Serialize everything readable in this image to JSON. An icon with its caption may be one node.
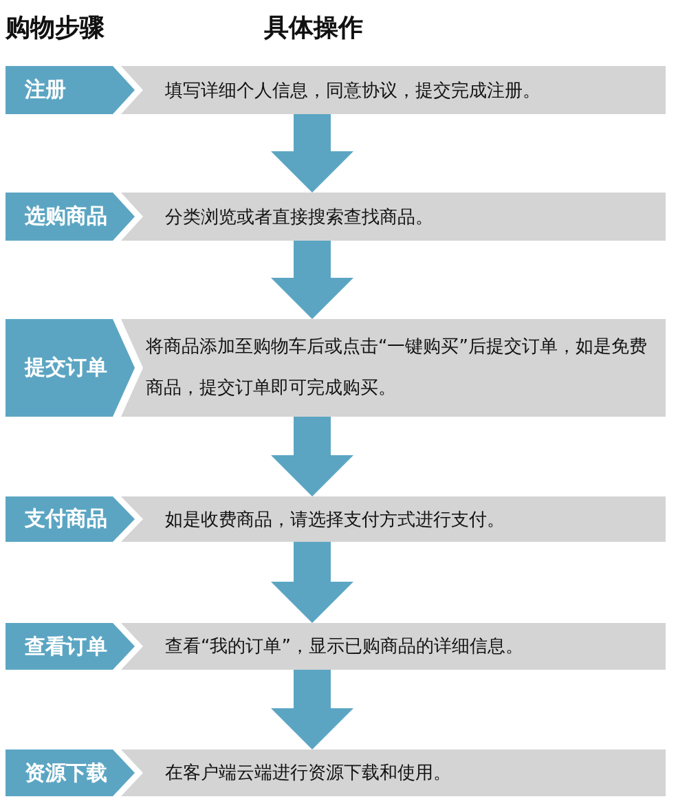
{
  "diagram": {
    "nodes": [
      {
        "text": [
          "注册"
        ]
      },
      {
        "text": [
          "填写详细个人信息，同意协议，提交完成注册。"
        ]
      },
      {
        "text": [
          "选购商品"
        ]
      },
      {
        "text": [
          "分类浏览或者直接搜索查找商品。"
        ]
      },
      {
        "text": [
          "提交订单"
        ]
      },
      {
        "text": [
          "将商品添加至购物车后或点击“一键购买”后提交订单，如是免费商品，提交订单即可完成购买。"
        ]
      },
      {
        "text": [
          "支付商品"
        ]
      },
      {
        "text": [
          "如是收费商品，请选择支付方式进行支付。"
        ]
      },
      {
        "text": [
          "查看订单"
        ]
      },
      {
        "text": [
          "查看“我的订单”，显示已购商品的详细信息。"
        ]
      },
      {
        "text": [
          "资源下载"
        ]
      },
      {
        "text": [
          "在客户端云端进行资源下载和使用。"
        ]
      }
    ],
    "edges": [
      {
        "from": 1,
        "to": 3,
        "arrow": "to"
      },
      {
        "from": 3,
        "to": 5,
        "arrow": "to"
      },
      {
        "from": 5,
        "to": 7,
        "arrow": "to"
      },
      {
        "from": 7,
        "to": 9,
        "arrow": "to"
      },
      {
        "from": 9,
        "to": 11,
        "arrow": "to"
      }
    ],
    "labels": [
      "购物步骤",
      "具体操作"
    ]
  }
}
